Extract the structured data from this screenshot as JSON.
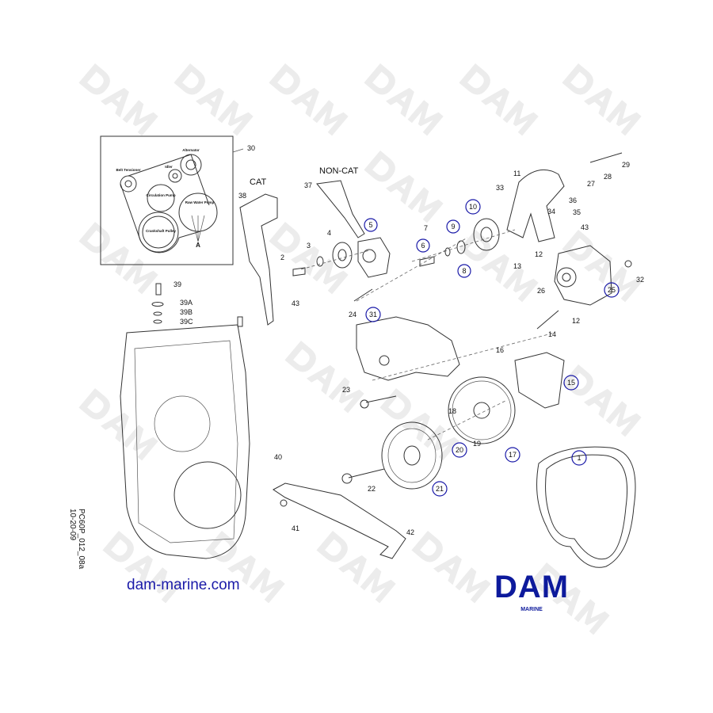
{
  "diagram": {
    "inset": {
      "callout": "30",
      "labels": {
        "alternator": "Alternator",
        "idler": "Idler",
        "belt_tensioner": "Belt Tensioner",
        "circulation_pump": "Circulation Pump",
        "raw_water_pump": "Raw Water Pump",
        "crankshaft_pulley": "Crankshaft Pulley",
        "a": "A"
      }
    },
    "headings": {
      "cat": "CAT",
      "non_cat": "NON-CAT"
    },
    "callouts": {
      "c1": "1",
      "c2": "2",
      "c3": "3",
      "c4": "4",
      "c5": "5",
      "c6": "6",
      "c7": "7",
      "c8": "8",
      "c9": "9",
      "c10": "10",
      "c11": "11",
      "c12a": "12",
      "c12b": "12",
      "c13": "13",
      "c14": "14",
      "c15": "15",
      "c16": "16",
      "c17": "17",
      "c18": "18",
      "c19": "19",
      "c20": "20",
      "c21": "21",
      "c22": "22",
      "c23": "23",
      "c24": "24",
      "c25": "25",
      "c26": "26",
      "c27": "27",
      "c28": "28",
      "c29": "29",
      "c31": "31",
      "c32": "32",
      "c33": "33",
      "c34": "34",
      "c35": "35",
      "c36": "36",
      "c37": "37",
      "c38": "38",
      "c39": "39",
      "c39a": "39A",
      "c39b": "39B",
      "c39c": "39C",
      "c40": "40",
      "c41": "41",
      "c42": "42",
      "c43a": "43",
      "c43b": "43"
    },
    "watermark": "DAM"
  },
  "footer": {
    "website": "dam-marine.com",
    "drawing_code": "PC60P_012_08a",
    "drawing_date": "10-20-09",
    "logo_main": "DAM",
    "logo_sub": "MARINE"
  },
  "colors": {
    "brand": "#0d1a9c",
    "callout_circle": "#1a1aa8"
  }
}
